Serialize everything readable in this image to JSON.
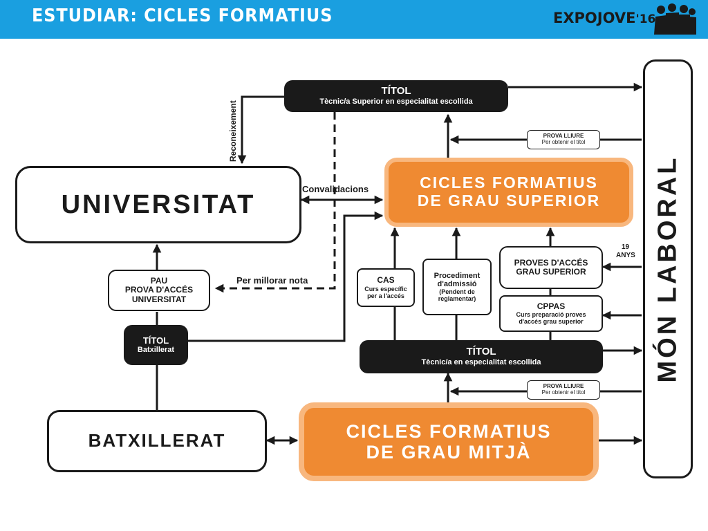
{
  "header": {
    "title": "ESTUDIAR: CICLES FORMATIUS",
    "logo_text": "EXPOJOVE",
    "logo_year": "'16",
    "bar_color": "#1a9fe0"
  },
  "diagram": {
    "universitat": "UNIVERSITAT",
    "batxillerat": "BATXILLERAT",
    "mon_laboral": "MÓN LABORAL",
    "cfgs": {
      "line1": "CICLES FORMATIUS",
      "line2": "DE GRAU SUPERIOR"
    },
    "cfgm": {
      "line1": "CICLES FORMATIUS",
      "line2": "DE GRAU MITJÀ"
    },
    "titol_superior": {
      "title": "TÍTOL",
      "subtitle": "Tècnic/a Superior en especialitat escollida"
    },
    "titol_tecnic": {
      "title": "TÍTOL",
      "subtitle": "Tècnic/a en especialitat escollida"
    },
    "titol_batxillerat": {
      "title": "TÍTOL",
      "subtitle": "Batxillerat"
    },
    "pau": {
      "line1": "PAU",
      "line2": "PROVA D'ACCÉS",
      "line3": "UNIVERSITAT"
    },
    "cas": {
      "title": "CAS",
      "line1": "Curs específic",
      "line2": "per a l'accés"
    },
    "procediment": {
      "line1": "Procediment",
      "line2": "d'admissió",
      "line3": "(Pendent de",
      "line4": "reglamentar)"
    },
    "proves_acces": {
      "line1": "PROVES D'ACCÉS",
      "line2": "GRAU SUPERIOR"
    },
    "cppas": {
      "title": "CPPAS",
      "line1": "Curs preparació proves",
      "line2": "d'accés grau superior"
    },
    "prova_lliure_top": {
      "line1": "PROVA LLIURE",
      "line2": "Per obtenir el títol"
    },
    "prova_lliure_bottom": {
      "line1": "PROVA LLIURE",
      "line2": "Per obtenir el títol"
    },
    "reconeixement": "Reconeixement",
    "convalidacions": "Convalidacions",
    "per_millorar_nota": "Per millorar nota",
    "edat_19": "19",
    "edat_anys": "ANYS",
    "colors": {
      "orange": "#ef8a32",
      "orange_border": "#f8b77e",
      "dark": "#1a1a1a"
    }
  }
}
